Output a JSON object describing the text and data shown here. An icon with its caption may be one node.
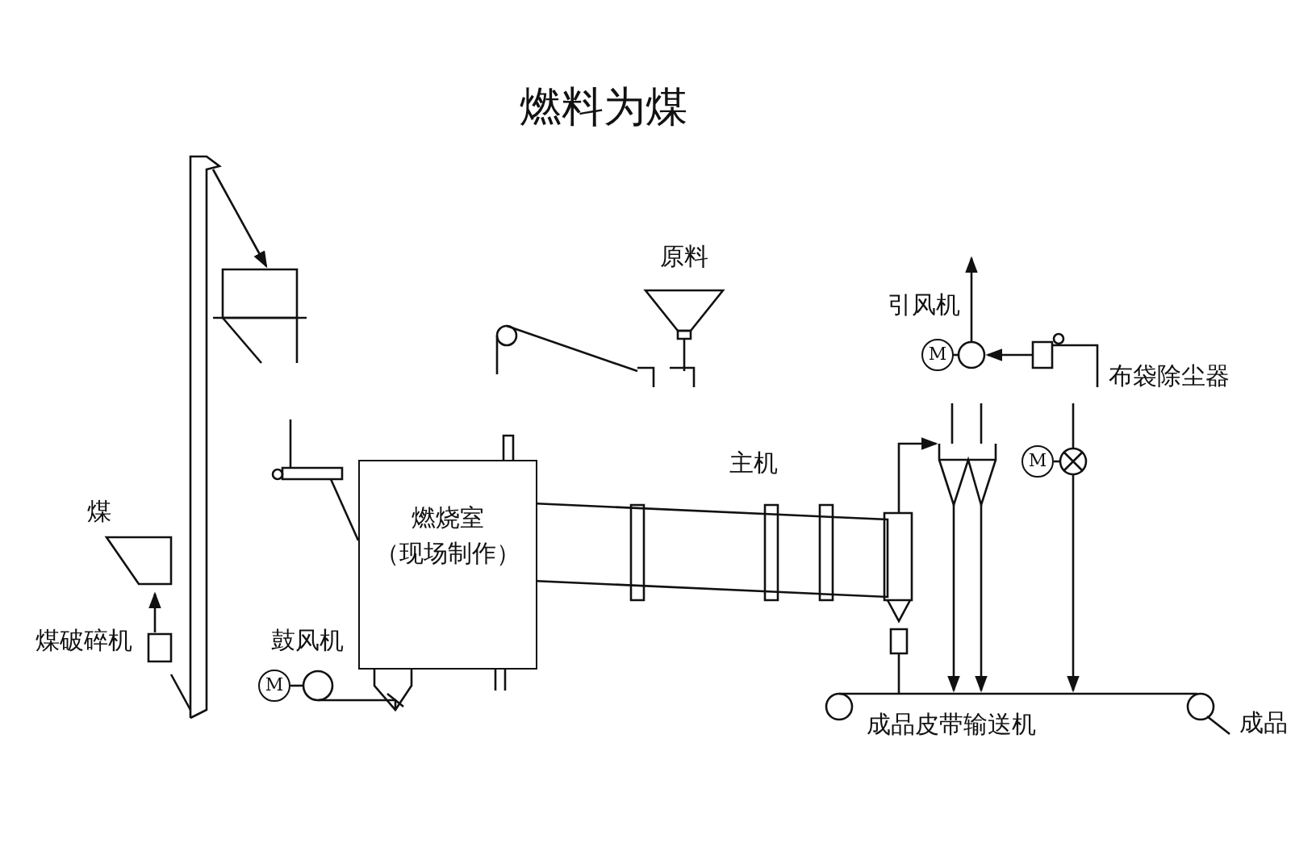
{
  "diagram": {
    "title": "燃料为煤",
    "nodes": [
      {
        "text": [
          "燃烧室",
          "（现场制作）"
        ]
      },
      {
        "text": [
          "M"
        ]
      },
      {
        "text": [
          "M"
        ]
      },
      {
        "text": [
          "M"
        ]
      }
    ],
    "labels": [
      "原料",
      "引风机",
      "布袋除尘器",
      "主机",
      "煤",
      "煤破碎机",
      "鼓风机",
      "成品皮带输送机",
      "成品"
    ]
  }
}
